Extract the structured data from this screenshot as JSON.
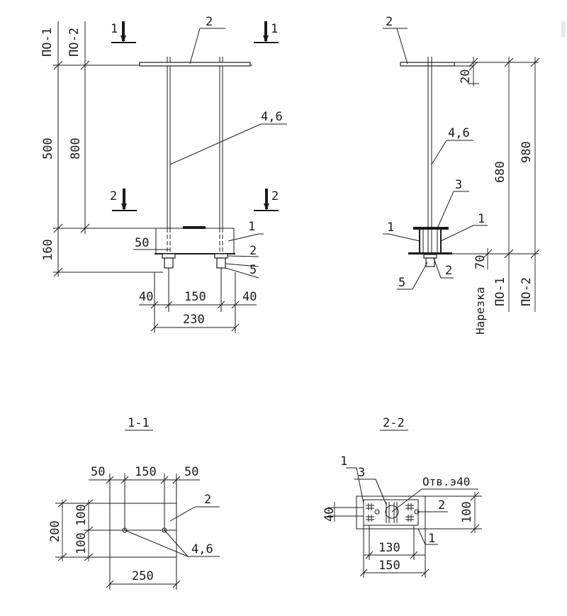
{
  "front_view": {
    "levels": [
      "ПО-1",
      "ПО-2"
    ],
    "marks": {
      "section1": "1",
      "section2": "2",
      "plate": "2",
      "bolt": "4,6",
      "channel": "1",
      "washer": "2",
      "nut": "5"
    },
    "dims": {
      "height_500": "500",
      "height_800": "800",
      "height_160": "160",
      "embed_50": "50",
      "left_40": "40",
      "mid_150": "150",
      "right_40": "40",
      "total_230": "230"
    }
  },
  "side_view": {
    "marks": {
      "plate": "2",
      "bolt": "4,6",
      "stiffener": "3",
      "channel_left": "1",
      "channel_right": "1",
      "washer": "2",
      "nut": "5"
    },
    "dims": {
      "top_20": "20",
      "h_680": "680",
      "h_980": "980",
      "bottom_70": "70"
    },
    "labels": {
      "thread": "Нарезка",
      "lvl1": "ПО-1",
      "lvl2": "ПО-2"
    }
  },
  "section_1_1": {
    "title": "1-1",
    "marks": {
      "plate": "2",
      "bolts": "4,6"
    },
    "dims": {
      "w50_left": "50",
      "w150": "150",
      "w50_right": "50",
      "h200": "200",
      "h100_top": "100",
      "h100_bottom": "100",
      "w250": "250"
    }
  },
  "section_2_2": {
    "title": "2-2",
    "marks": {
      "channel": "1",
      "stiffener": "3",
      "washer": "2",
      "channel_bottom": "1"
    },
    "hole_label": "Отв.э40",
    "dims": {
      "d40": "40",
      "d100": "100",
      "w130": "130",
      "w150": "150"
    }
  }
}
